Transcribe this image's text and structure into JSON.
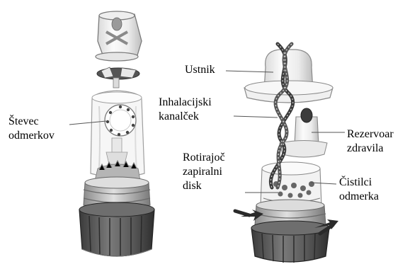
{
  "labels": {
    "stevec": [
      "Števec",
      "odmerkov"
    ],
    "ustnik": [
      "Ustnik"
    ],
    "kanalcek": [
      "Inhalacijski",
      "kanalček"
    ],
    "rezervoar": [
      "Rezervoar",
      "zdravila"
    ],
    "rotirajoc": [
      "Rotirajoč",
      "zapiralni",
      "disk"
    ],
    "cistilci": [
      "Čistilci",
      "odmerka"
    ]
  },
  "colors": {
    "outline": "#6e6e6e",
    "light_body": "#f2f2f2",
    "dark_base": "#4a4a4a",
    "mid_gray": "#9a9a9a",
    "label_text": "#000000"
  }
}
